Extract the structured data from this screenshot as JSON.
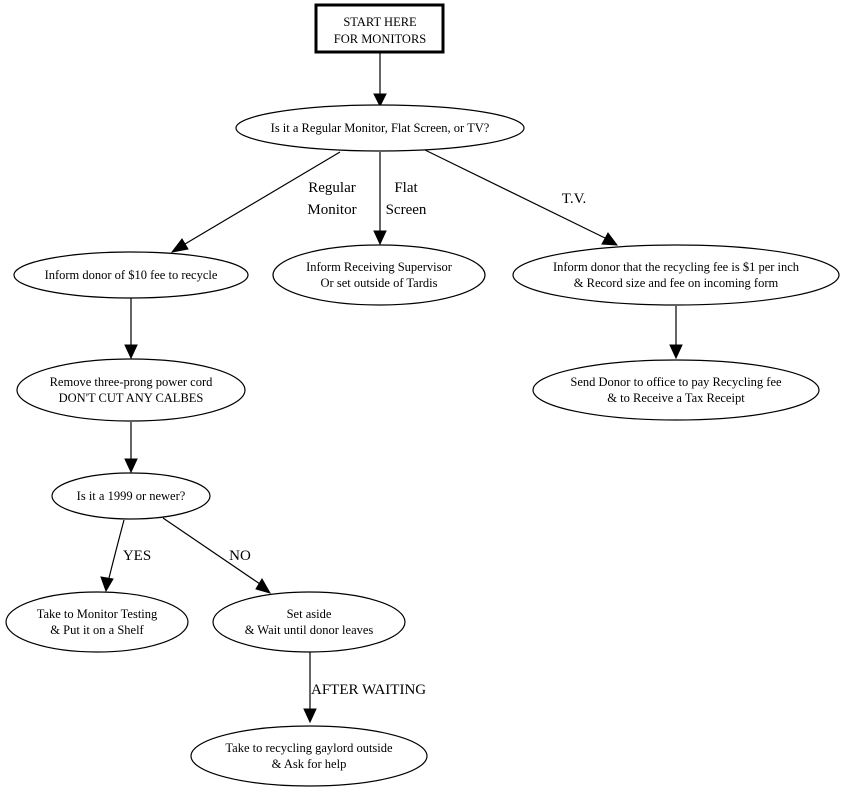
{
  "diagram": {
    "nodes": {
      "start": [
        "START HERE",
        "FOR MONITORS"
      ],
      "type_question": [
        "Is it a Regular Monitor, Flat Screen, or TV?"
      ],
      "inform_fee": [
        "Inform donor of $10 fee to recycle"
      ],
      "inform_supervisor": [
        "Inform Receiving Supervisor",
        "Or set outside of Tardis"
      ],
      "inform_tv_fee": [
        "Inform donor that the recycling fee is $1 per inch",
        "& Record size and fee on incoming form"
      ],
      "remove_cord": [
        "Remove three-prong power cord",
        "DON'T CUT ANY CALBES"
      ],
      "send_office": [
        "Send Donor to office to pay Recycling fee",
        "& to Receive a Tax Receipt"
      ],
      "year_question": [
        "Is it a 1999 or newer?"
      ],
      "monitor_testing": [
        "Take to Monitor Testing",
        "& Put it on a Shelf"
      ],
      "set_aside": [
        "Set aside",
        "& Wait until donor leaves"
      ],
      "recycling_gaylord": [
        "Take to recycling gaylord outside",
        "& Ask for help"
      ]
    },
    "edge_labels": {
      "regular_monitor": [
        "Regular",
        "Monitor"
      ],
      "flat_screen": [
        "Flat",
        "Screen"
      ],
      "tv": [
        "T.V."
      ],
      "yes": [
        "YES"
      ],
      "no": [
        "NO"
      ],
      "after_waiting": [
        "AFTER WAITING"
      ]
    }
  }
}
